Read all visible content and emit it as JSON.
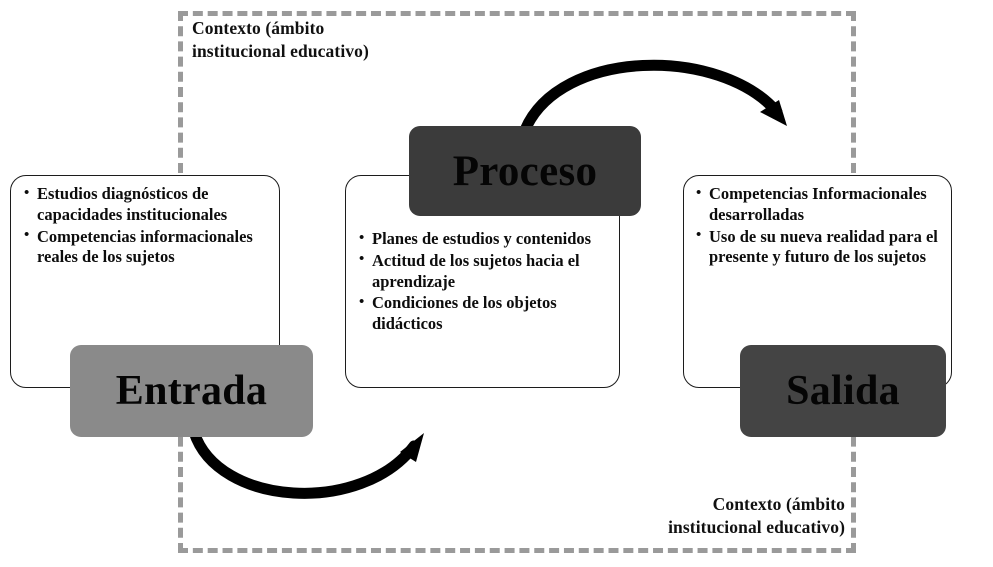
{
  "diagram": {
    "title_context_top": "Contexto (ámbito\ninstitucional  educativo)",
    "title_context_bottom": "Contexto (ámbito\ninstitucional  educativo)",
    "frame_style": "dashed",
    "colors": {
      "frame_dash": "#9a9a9a",
      "chip_dark": "#3b3b3b",
      "chip_dark_alt": "#444444",
      "chip_gray": "#8a8a8a",
      "panel_border": "#1c1c1c",
      "text": "#0d0d0d",
      "background": "#ffffff",
      "arrow": "#000000"
    },
    "stages": {
      "entrada": {
        "label": "Entrada",
        "bullets": [
          "Estudios diagnósticos de capacidades institucionales",
          "Competencias informacionales reales de los sujetos"
        ]
      },
      "proceso": {
        "label": "Proceso",
        "bullets": [
          "Planes de estudios y contenidos",
          "Actitud de los sujetos hacia el aprendizaje",
          "Condiciones de los objetos didácticos"
        ]
      },
      "salida": {
        "label": "Salida",
        "bullets": [
          "Competencias Informacionales desarrolladas",
          "Uso de su nueva realidad para el presente y futuro de los sujetos"
        ]
      }
    },
    "arrows": [
      {
        "name": "entrada-to-proceso",
        "from": "Entrada",
        "to": "Proceso",
        "direction": "up-right",
        "shape": "curve-down"
      },
      {
        "name": "proceso-to-salida",
        "from": "Proceso",
        "to": "Salida",
        "direction": "down-right",
        "shape": "curve-up"
      }
    ]
  }
}
